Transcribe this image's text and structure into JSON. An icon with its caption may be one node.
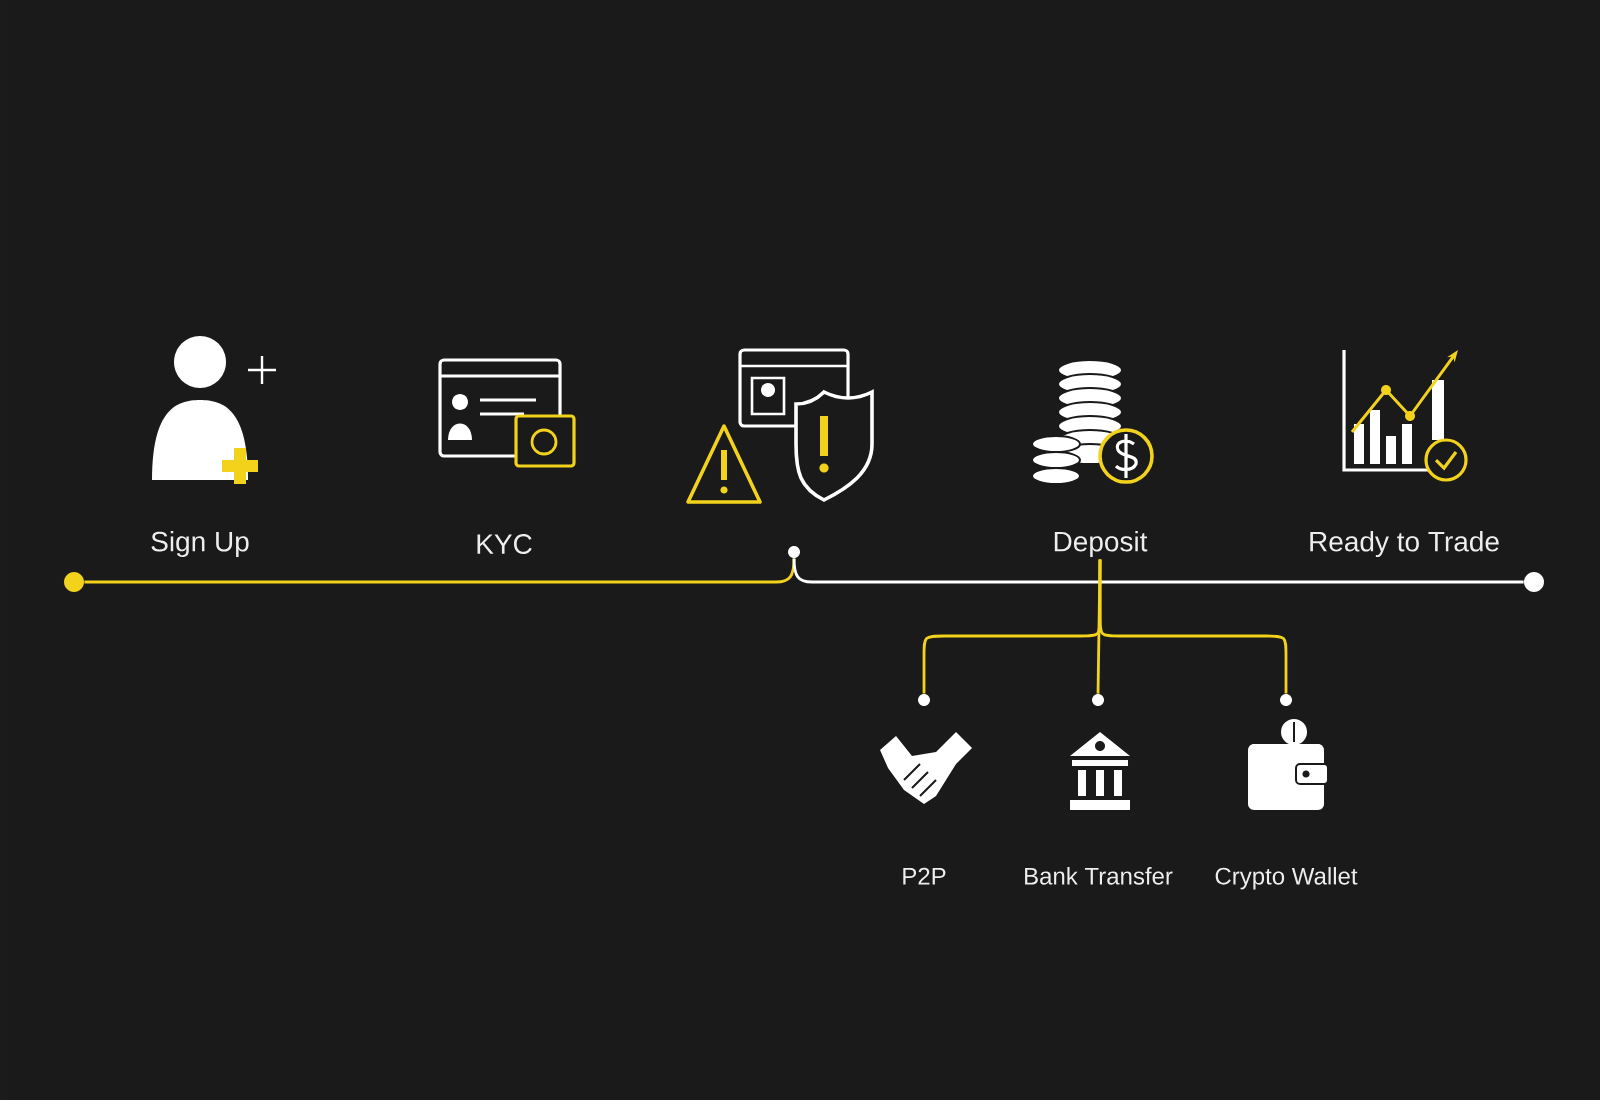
{
  "diagram": {
    "nodes": [
      {
        "text": [],
        "shape": "circle"
      },
      {
        "text": [
          "Sign Up"
        ]
      },
      {
        "text": [
          "KYC"
        ]
      },
      {
        "text": [],
        "shape": "picture"
      },
      {
        "text": [],
        "shape": "circle"
      },
      {
        "text": [
          "Deposit"
        ]
      },
      {
        "text": [
          "Ready to Trade"
        ]
      },
      {
        "text": [],
        "shape": "circle"
      },
      {
        "text": [],
        "shape": "circle"
      },
      {
        "text": [],
        "shape": "circle"
      },
      {
        "text": [],
        "shape": "circle"
      },
      {
        "text": [
          "P2P"
        ]
      },
      {
        "text": [
          "Bank Transfer"
        ]
      },
      {
        "text": [
          "Crypto Wallet"
        ]
      }
    ],
    "edges": [
      {
        "from": 0,
        "to": 4,
        "arrow": "none"
      },
      {
        "from": 4,
        "to": 7,
        "arrow": "none",
        "color": "#ffffff"
      },
      {
        "from": 5,
        "to": 8,
        "arrow": "none"
      },
      {
        "from": 5,
        "to": 9,
        "arrow": "none"
      },
      {
        "from": 5,
        "to": 10,
        "arrow": "none"
      }
    ]
  }
}
